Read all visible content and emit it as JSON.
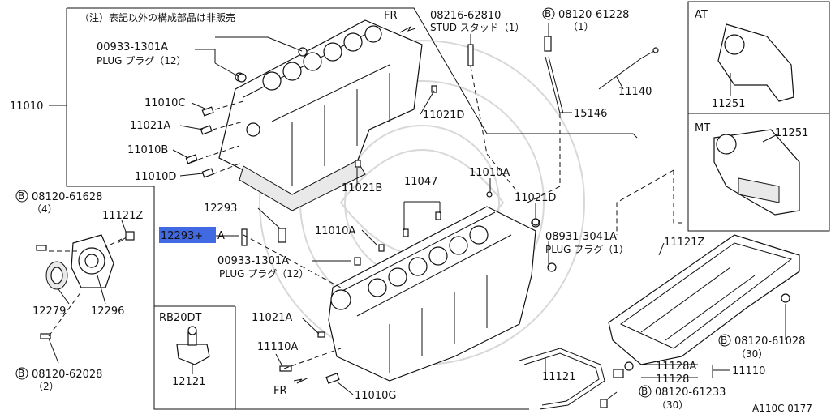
{
  "note": "（注）表記以外の構成部品は非販売",
  "figure_code": "A110C 0177",
  "fr_label": "FR",
  "bolt_marker": "B",
  "parts": {
    "p11010": "11010",
    "plug_upper_num": "00933-1301A",
    "plug_upper_name": "PLUG プラグ（12）",
    "p11010c": "11010C",
    "p11021a_top": "11021A",
    "p11010b": "11010B",
    "p11010d": "11010D",
    "stud_num": "08216-62810",
    "stud_name": "STUD スタッド（1）",
    "bolt_61228_num": "08120-61228",
    "bolt_61228_qty": "（1）",
    "p11021d_top": "11021D",
    "p11140": "11140",
    "p15146": "15146",
    "p11021b": "11021B",
    "p11047": "11047",
    "p11010a_top": "11010A",
    "p11021d_mid": "11021D",
    "p12293": "12293",
    "p12293a_prefix": "12293+",
    "p12293a_suffix": "A",
    "p11010a_mid": "11010A",
    "plug_mid_num": "00933-1301A",
    "plug_mid_name": "PLUG プラグ（12）",
    "plug3041_num": "08931-3041A",
    "plug3041_name": "PLUG プラグ（1）",
    "p11121z_right": "11121Z",
    "bolt_61628_num": "08120-61628",
    "bolt_61628_qty": "（4）",
    "p11121z_left": "11121Z",
    "p12279": "12279",
    "p12296": "12296",
    "bolt_62028_num": "08120-62028",
    "bolt_62028_qty": "（2）",
    "rb20dt": "RB20DT",
    "p12121": "12121",
    "p11021a_bot": "11021A",
    "p11110a": "11110A",
    "p11010g": "11010G",
    "p11121": "11121",
    "p11128a": "11128A",
    "p11128": "11128",
    "p11110": "11110",
    "bolt_61028_num": "08120-61028",
    "bolt_61028_qty": "（30）",
    "bolt_61233_num": "08120-61233",
    "bolt_61233_qty": "（30）",
    "at_label": "AT",
    "at_part": "11251",
    "mt_label": "MT",
    "mt_part": "11251"
  },
  "colors": {
    "highlight": "#4169e1",
    "line": "#111111",
    "background": "#ffffff"
  }
}
